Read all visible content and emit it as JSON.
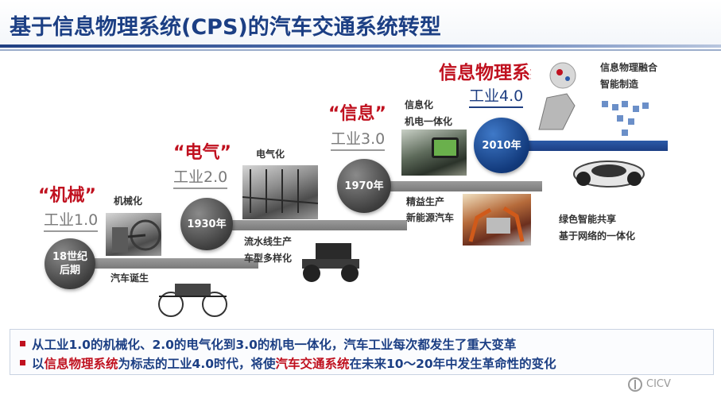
{
  "title": "基于信息物理系统(CPS)的汽车交通系统转型",
  "stages": [
    {
      "circle": "18世纪\n后期",
      "era": "“机械”",
      "industry": "工业1.0",
      "label_top": "机械化",
      "label_bottom": "汽车诞生"
    },
    {
      "circle": "1930年",
      "era": "“电气”",
      "industry": "工业2.0",
      "label_top": "电气化",
      "label_bottom_1": "流水线生产",
      "label_bottom_2": "车型多样化"
    },
    {
      "circle": "1970年",
      "era": "“信息”",
      "industry": "工业3.0",
      "label_top_1": "信息化",
      "label_top_2": "机电一体化",
      "label_bottom_1": "精益生产",
      "label_bottom_2": "新能源汽车"
    },
    {
      "circle": "2010年",
      "era": "信息物理系统",
      "industry": "工业4.0",
      "label_top_1": "信息物理融合",
      "label_top_2": "智能制造",
      "label_bottom_1": "绿色智能共享",
      "label_bottom_2": "基于网络的一体化"
    }
  ],
  "bullets": [
    {
      "text": "从工业1.0的机械化、2.0的电气化到3.0的机电一体化，汽车工业每次都发生了重大变革"
    },
    {
      "part1": "以",
      "part2_red": "信息物理系统",
      "part3": "为标志的工业4.0时代，将使",
      "part4_red": "汽车交通系统",
      "part5": "在未来10～20年中发生革命性的变化"
    }
  ],
  "logo": "CICV",
  "colors": {
    "title": "#1c3f84",
    "accent_red": "#c0111f",
    "step_gray": "#8a8a8a",
    "step_blue": "#1c3f84"
  },
  "images": [
    "steam-engine-photo",
    "early-car-photo",
    "factory-photo",
    "model-t-car-photo",
    "assembly-line-photo",
    "robot-factory-photo",
    "robot-hand-photo",
    "concept-car-photo"
  ]
}
